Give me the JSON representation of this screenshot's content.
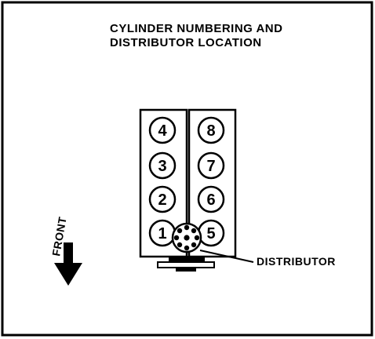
{
  "title": {
    "line1": "CYLINDER NUMBERING AND",
    "line2": "DISTRIBUTOR LOCATION"
  },
  "cylinders": {
    "left_bank": [
      "4",
      "3",
      "2",
      "1"
    ],
    "right_bank": [
      "8",
      "7",
      "6",
      "5"
    ]
  },
  "labels": {
    "front": "FRONT",
    "distributor": "DISTRIBUTOR"
  },
  "colors": {
    "ink": "#000000",
    "paper": "#ffffff"
  },
  "icons": {
    "front_arrow": "arrow-down-icon"
  }
}
